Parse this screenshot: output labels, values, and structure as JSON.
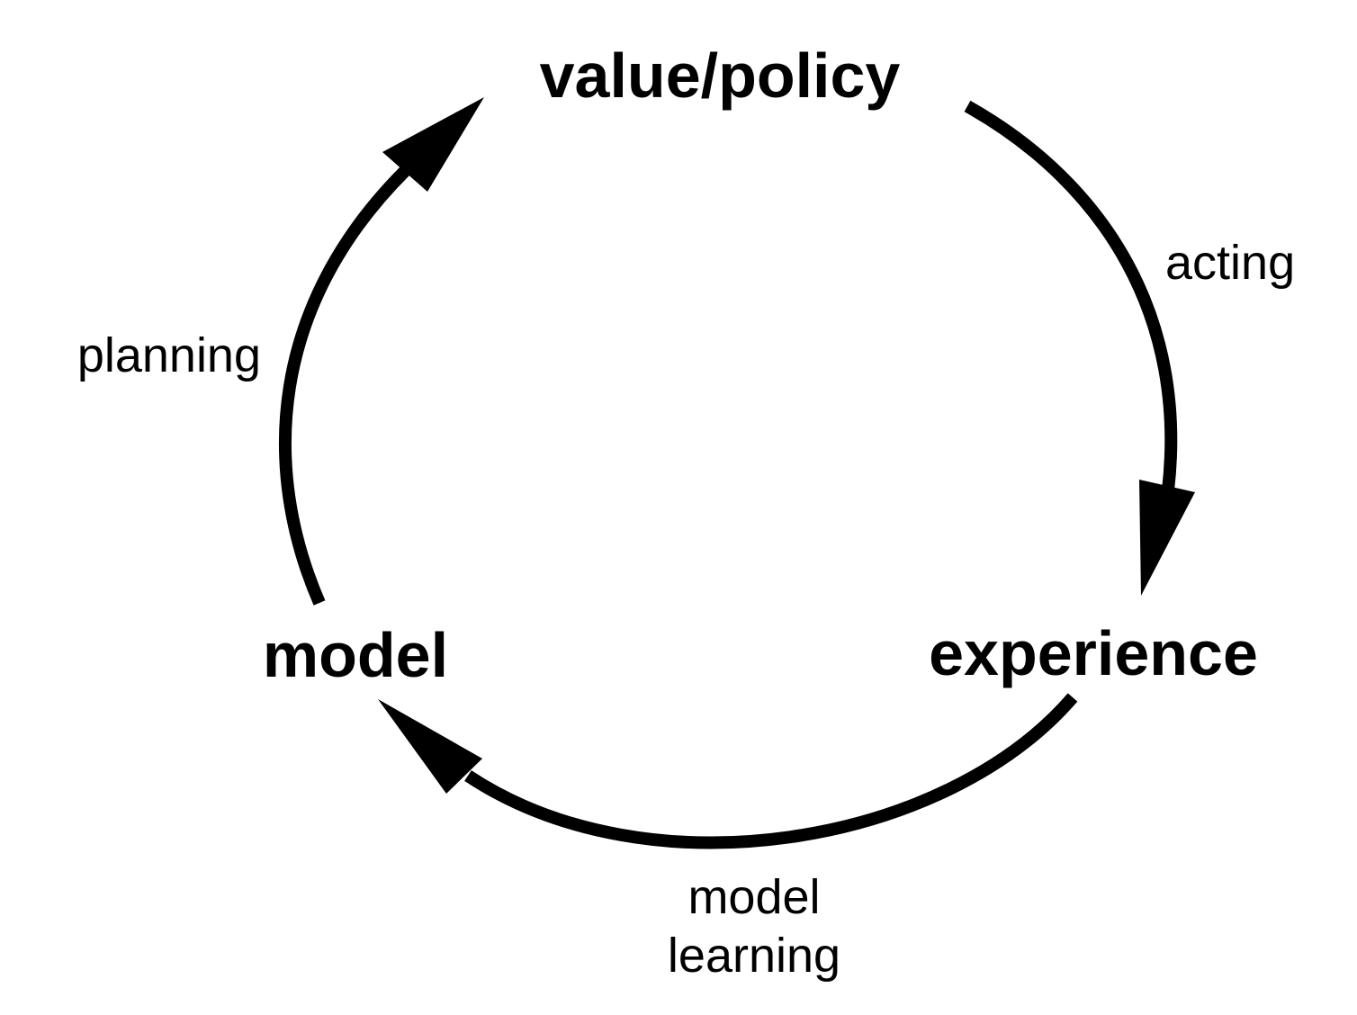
{
  "nodes": {
    "value_policy": "value/policy",
    "experience": "experience",
    "model": "model"
  },
  "edges": {
    "acting": "acting",
    "model_learning_line1": "model",
    "model_learning_line2": "learning",
    "planning": "planning"
  },
  "colors": {
    "ink": "#000000",
    "background": "#ffffff"
  }
}
